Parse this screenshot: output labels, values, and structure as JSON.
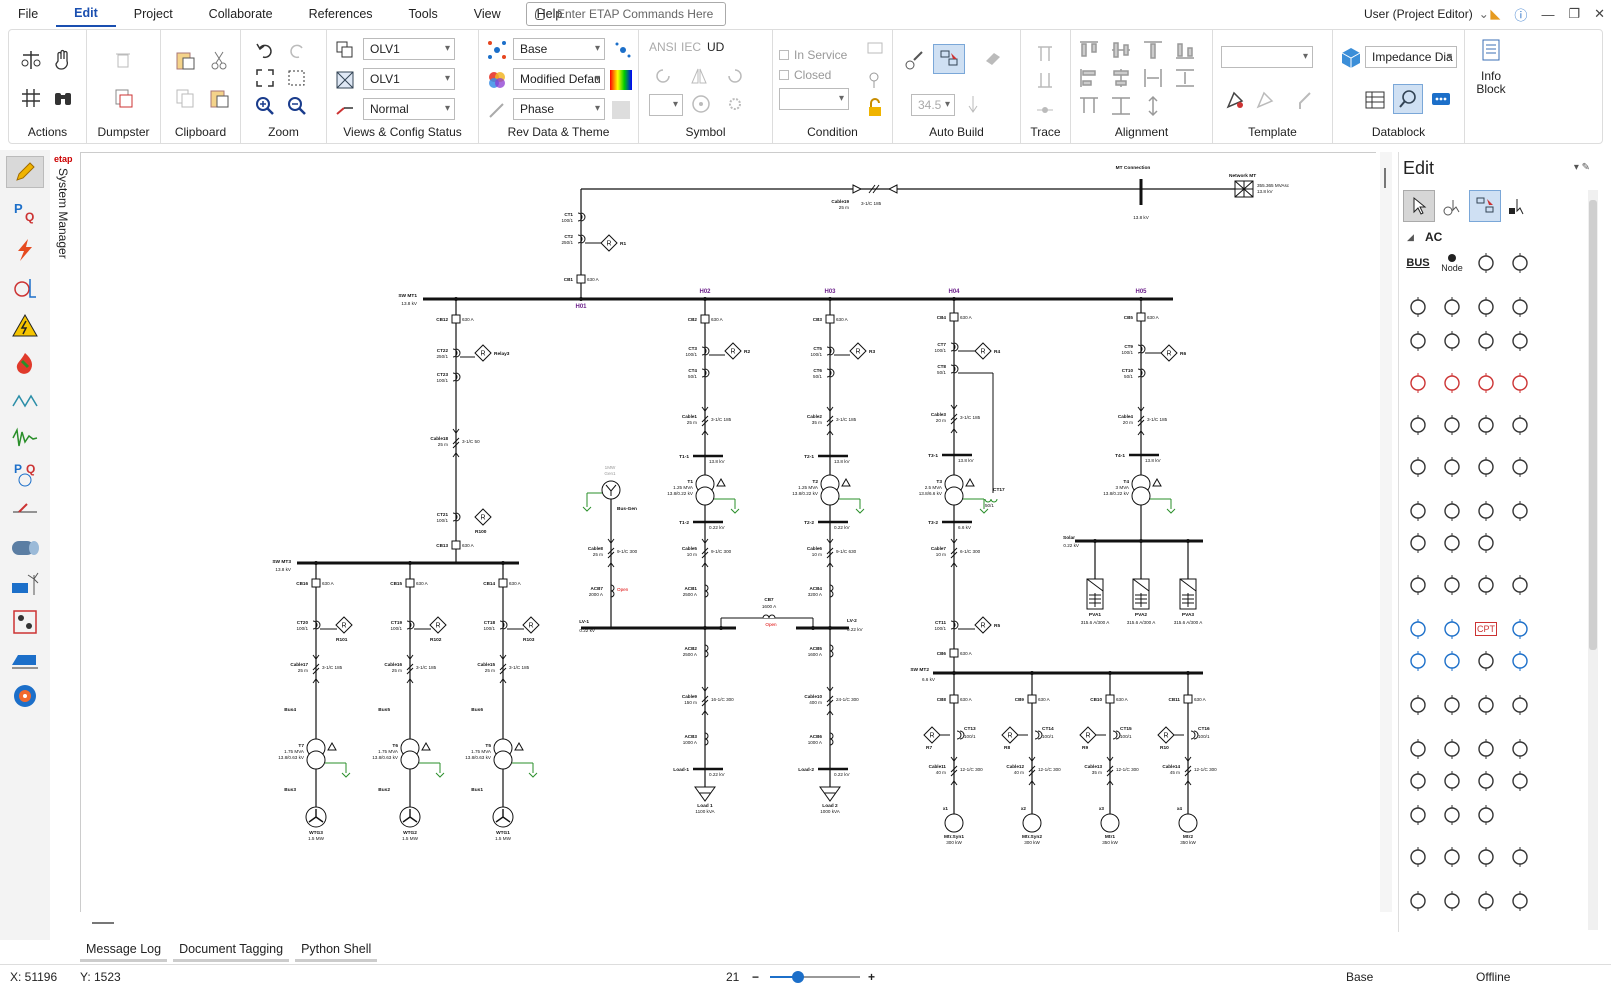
{
  "menu": {
    "items": [
      "File",
      "Edit",
      "Project",
      "Collaborate",
      "References",
      "Tools",
      "View",
      "Help"
    ],
    "active": "Edit"
  },
  "command": {
    "placeholder": "Enter ETAP Commands Here"
  },
  "user": {
    "label": "User (Project Editor)"
  },
  "ribbon": {
    "groups": {
      "actions": "Actions",
      "dumpster": "Dumpster",
      "clipboard": "Clipboard",
      "zoom": "Zoom",
      "views": "Views & Config Status",
      "revdata": "Rev Data & Theme",
      "symbol": "Symbol",
      "condition": "Condition",
      "autobuild": "Auto Build",
      "trace": "Trace",
      "alignment": "Alignment",
      "template": "Template",
      "datablock": "Datablock"
    },
    "views": {
      "combo1": "OLV1",
      "combo2": "OLV1",
      "combo3": "Normal"
    },
    "rev": {
      "combo1": "Base",
      "combo2": "Modified Defau",
      "combo3": "Phase"
    },
    "symbol": {
      "ansi": "ANSI",
      "iec": "IEC",
      "ud": "UD"
    },
    "condition": {
      "in_service": "In Service",
      "closed": "Closed"
    },
    "autobuild": {
      "value": "34.5"
    },
    "datablock": {
      "combo": "Impedance Dia",
      "info": "Info",
      "block": "Block"
    }
  },
  "sysmgr": {
    "brand": "etap",
    "label": "System Manager"
  },
  "edit_panel": {
    "title": "Edit",
    "section": "AC",
    "bus": "BUS",
    "node": "Node",
    "cpt": "CPT"
  },
  "bottom_tabs": [
    "Message Log",
    "Document Tagging",
    "Python Shell"
  ],
  "status": {
    "x": "X: 51196",
    "y": "Y: 1523",
    "zoom": "21",
    "minus": "−",
    "plus": "+",
    "base": "Base",
    "mode": "Offline"
  },
  "diagram": {
    "top": {
      "mt": "MT Connection",
      "network": "Network MT",
      "network_rating": "355.365 MVAsc",
      "network_kv": "13.8 kV",
      "mt_kv": "13.8 kV",
      "cable19": "Cable19",
      "cable19_len": "25 m",
      "cable19_spec": "3-1/C 185"
    },
    "incomer": {
      "ct1": "CT1",
      "ct1r": "100/1",
      "ct2": "CT2",
      "ct2r": "250/1",
      "r1": "R1",
      "cb1": "CB1",
      "cb1a": "630 A"
    },
    "swmt1": {
      "name": "SW MT1",
      "kv": "13.8 kV"
    },
    "bus_labels": [
      "H01",
      "H02",
      "H03",
      "H04",
      "H05"
    ],
    "left": {
      "cb12": "CB12",
      "cb12a": "630 A",
      "ct22": "CT22",
      "ct22r": "250/1",
      "ct23": "CT23",
      "ct23r": "100/1",
      "relay3": "Relay3",
      "cable18": "Cable18",
      "cable18_len": "25 m",
      "cable18_spec": "3-1/C 50",
      "ct21": "CT21",
      "ct21r": "100/1",
      "r100": "R100",
      "cb13": "CB13",
      "cb13a": "630 A",
      "swmt3": "SW MT3",
      "swmt3kv": "13.8 kV"
    },
    "wtg": [
      {
        "cb": "CB16",
        "cba": "630 A",
        "ct": "CT20",
        "ctr": "100/1",
        "r": "R101",
        "cable": "Cable17",
        "len": "25 m",
        "spec": "3-1/C 185",
        "bus": "Bus4",
        "t": "T7",
        "mva": "1.75 MVA",
        "ratio": "13.8/0.63 kV",
        "busb": "Bus3",
        "gen": "WTG3",
        "mw": "1.5 MW"
      },
      {
        "cb": "CB15",
        "cba": "630 A",
        "ct": "CT19",
        "ctr": "100/1",
        "r": "R102",
        "cable": "Cable16",
        "len": "25 m",
        "spec": "3-1/C 185",
        "bus": "Bus5",
        "t": "T6",
        "mva": "1.75 MVA",
        "ratio": "13.8/0.63 kV",
        "busb": "Bus2",
        "gen": "WTG2",
        "mw": "1.5 MW"
      },
      {
        "cb": "CB14",
        "cba": "630 A",
        "ct": "CT18",
        "ctr": "100/1",
        "r": "R103",
        "cable": "Cable15",
        "len": "25 m",
        "spec": "3-1/C 185",
        "bus": "Bus6",
        "t": "T5",
        "mva": "1.75 MVA",
        "ratio": "13.8/0.63 kV",
        "busb": "Bus1",
        "gen": "WTG1",
        "mw": "1.5 MW"
      }
    ],
    "feeders": [
      {
        "cb": "CB2",
        "cba": "630 A",
        "cta": "CT3",
        "ctar": "100/1",
        "ctb": "CT4",
        "ctbr": "50/1",
        "r": "R2",
        "cable": "Cable1",
        "len": "25 m",
        "spec": "3-1/C 185",
        "b1": "T1-1",
        "b1kv": "13.8 kV",
        "t": "T1",
        "mva": "1.25 MVA",
        "ratio": "13.8/0.22 kV",
        "b2": "T1-2",
        "b2kv": "0.22 kV",
        "c2": "Cable5",
        "c2len": "10 m",
        "c2spec": "9-1/C 300",
        "acb": "ACB1",
        "acba": "2500 A",
        "lv": "LV-1",
        "lvkv": "0.22 kV",
        "acb2": "ACB2",
        "acb2a": "2500 A",
        "c3": "Cable9",
        "c3len": "150 m",
        "c3spec": "16-1/C 300",
        "acb3": "ACB3",
        "acb3a": "1000 A",
        "lb": "Load-1",
        "lbkv": "0.22 kV",
        "load": "Load 1",
        "loadk": "1100 kVA"
      },
      {
        "cb": "CB3",
        "cba": "630 A",
        "cta": "CT5",
        "ctar": "100/1",
        "ctb": "CT6",
        "ctbr": "50/1",
        "r": "R3",
        "cable": "Cable2",
        "len": "35 m",
        "spec": "3-1/C 185",
        "b1": "T2-1",
        "b1kv": "13.8 kV",
        "t": "T2",
        "mva": "1.25 MVA",
        "ratio": "13.8/0.22 kV",
        "b2": "T2-2",
        "b2kv": "0.22 kV",
        "c2": "Cable6",
        "c2len": "10 m",
        "c2spec": "9-1/C 630",
        "acb": "ACB4",
        "acba": "3200 A",
        "lv": "LV-2",
        "lvkv": "0.22 kV",
        "acb2": "ACB5",
        "acb2a": "1600 A",
        "c3": "Cable10",
        "c3len": "400 m",
        "c3spec": "24-1/C 300",
        "acb3": "ACB6",
        "acb3a": "1000 A",
        "lb": "Load-2",
        "lbkv": "0.22 kV",
        "load": "Load 2",
        "loadk": "1000 kVA"
      }
    ],
    "gen": {
      "name": "1MW",
      "id": "Gen1",
      "bus": "Bus-Gen",
      "cable": "Cable8",
      "len": "25 m",
      "spec": "9-1/C 300",
      "acb": "ACB7",
      "acba": "2000 A",
      "open": "Open"
    },
    "tie": {
      "cb": "CB7",
      "cba": "1600 A",
      "open": "Open"
    },
    "h04": {
      "cb": "CB4",
      "cba": "630 A",
      "cta": "CT7",
      "ctar": "100/1",
      "ctb": "CT8",
      "ctbr": "50/1",
      "r": "R4",
      "cable": "Cable3",
      "len": "20 m",
      "spec": "3-1/C 185",
      "b1": "T3-1",
      "b1kv": "13.8 kV",
      "t": "T3",
      "mva": "2.5 MVA",
      "ratio": "13.8/6.6 kV",
      "ct17": "CT17",
      "ct17r": "50/1",
      "b2": "T3-2",
      "b2kv": "6.6 kV",
      "c2": "Cable7",
      "c2len": "10 m",
      "c2spec": "6-1/C 300",
      "ct11": "CT11",
      "ct11r": "100/1",
      "r5": "R5",
      "cb6": "CB6",
      "cb6a": "630 A",
      "sw": "SW MT2",
      "swkv": "6.6 kV"
    },
    "motors": [
      {
        "cb": "CB8",
        "cba": "630 A",
        "r": "R7",
        "ct": "CT13",
        "ctr": "100/1",
        "cable": "Cable11",
        "len": "40 m",
        "spec": "12-1/C 300",
        "x": "x1",
        "m": "Mtr.Syn1",
        "kw": "300 kW"
      },
      {
        "cb": "CB9",
        "cba": "630 A",
        "r": "R8",
        "ct": "CT14",
        "ctr": "100/1",
        "cable": "Cable12",
        "len": "40 m",
        "spec": "12-1/C 300",
        "x": "x2",
        "m": "Mtr.Syn2",
        "kw": "300 kW"
      },
      {
        "cb": "CB10",
        "cba": "630 A",
        "r": "R9",
        "ct": "CT15",
        "ctr": "100/1",
        "cable": "Cable13",
        "len": "35 m",
        "spec": "12-1/C 300",
        "x": "x3",
        "m": "Mtr1",
        "kw": "350 kW"
      },
      {
        "cb": "CB11",
        "cba": "630 A",
        "r": "R10",
        "ct": "CT16",
        "ctr": "100/1",
        "cable": "Cable14",
        "len": "45 m",
        "spec": "12-1/C 300",
        "x": "x4",
        "m": "Mtr2",
        "kw": "350 kW"
      }
    ],
    "h05": {
      "cb": "CB5",
      "cba": "630 A",
      "cta": "CT9",
      "ctar": "100/1",
      "ctb": "CT10",
      "ctbr": "50/1",
      "r": "R6",
      "cable": "Cable4",
      "len": "20 m",
      "spec": "3-1/C 185",
      "b1": "T4-1",
      "b1kv": "13.8 kV",
      "t": "T4",
      "mva": "3 MVA",
      "ratio": "13.8/0.22 kV",
      "solar": "Solar",
      "solarkv": "0.22 kV"
    },
    "pv": [
      {
        "n": "PVA1",
        "r": "315.6 A/300 A"
      },
      {
        "n": "PVA2",
        "r": "315.6 A/300 A"
      },
      {
        "n": "PVA3",
        "r": "315.6 A/300 A"
      }
    ]
  }
}
